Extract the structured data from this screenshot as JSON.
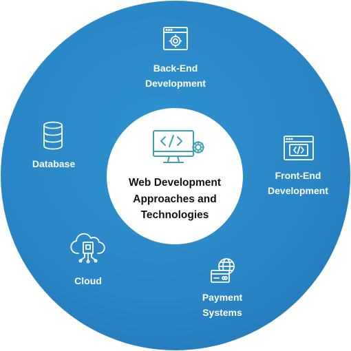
{
  "center": {
    "title_lines": [
      "Web Development",
      "Approaches and",
      "Technologies"
    ],
    "icon": "code-monitor-gear-icon"
  },
  "segments": [
    {
      "id": "back-end",
      "lines": [
        "Back-End",
        "Development"
      ],
      "icon": "browser-gear-icon"
    },
    {
      "id": "front-end",
      "lines": [
        "Front-End",
        "Development"
      ],
      "icon": "browser-code-icon"
    },
    {
      "id": "payment",
      "lines": [
        "Payment",
        "Systems"
      ],
      "icon": "globe-card-icon"
    },
    {
      "id": "cloud",
      "lines": [
        "Cloud"
      ],
      "icon": "cloud-chip-icon"
    },
    {
      "id": "database",
      "lines": [
        "Database"
      ],
      "icon": "database-icon"
    }
  ],
  "colors": {
    "circle": "#2a86c6",
    "center_fill": "#ffffff",
    "center_icon": "#3aa0b8",
    "text_light": "#ffffff",
    "text_dark": "#111111"
  }
}
